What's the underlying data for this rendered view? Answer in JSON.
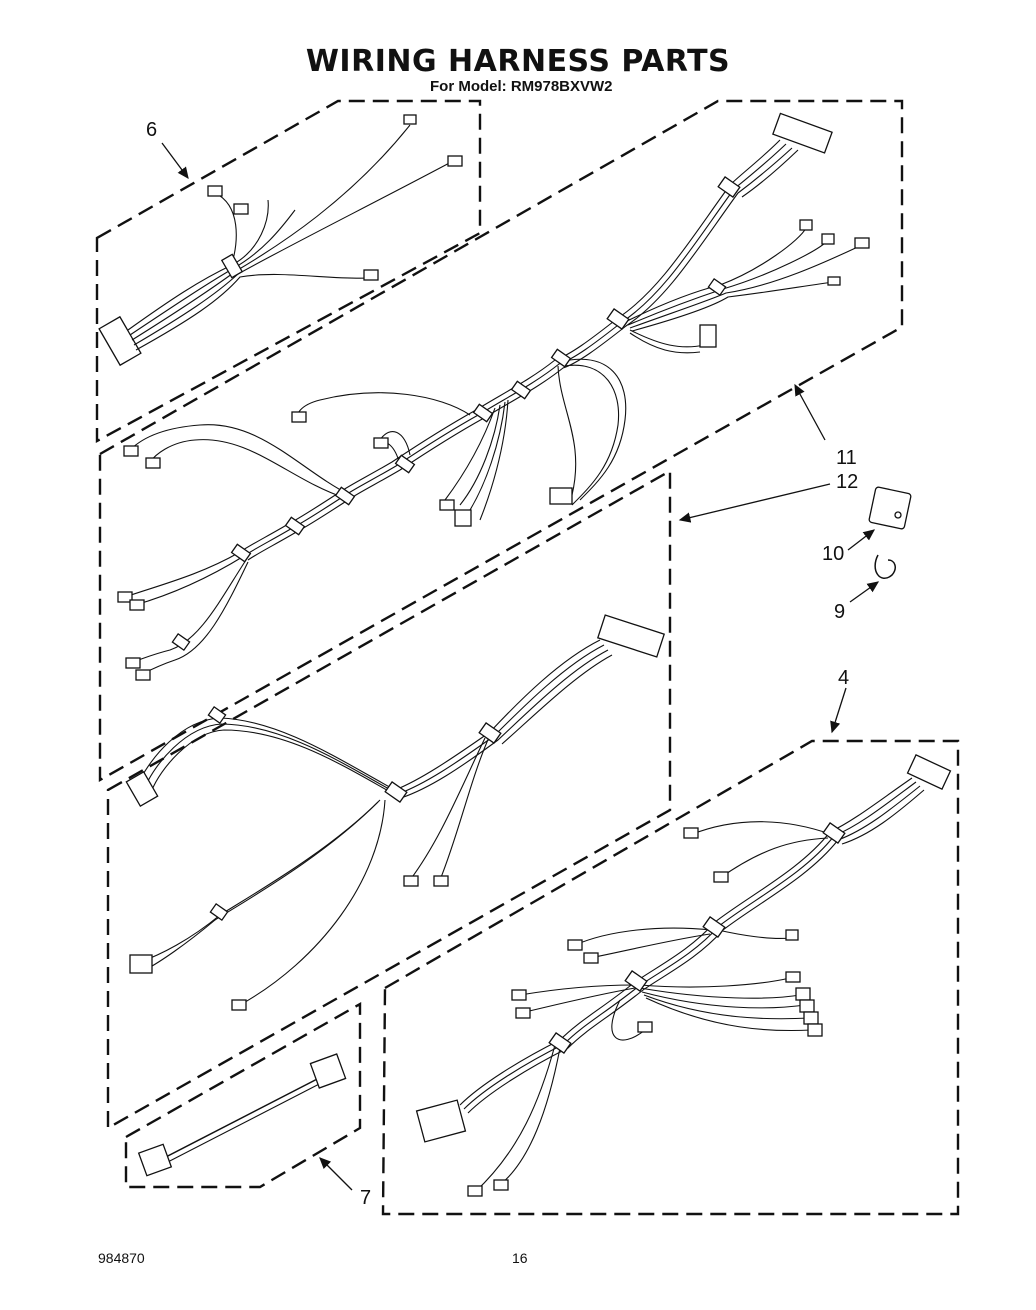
{
  "header": {
    "title": "WIRING HARNESS PARTS",
    "model_line": "For Model: RM978BXVW2"
  },
  "footer": {
    "doc_number": "984870",
    "page_number": "16"
  },
  "callouts": {
    "c6": "6",
    "c11": "11",
    "c12": "12",
    "c10": "10",
    "c9": "9",
    "c4": "4",
    "c7": "7"
  }
}
